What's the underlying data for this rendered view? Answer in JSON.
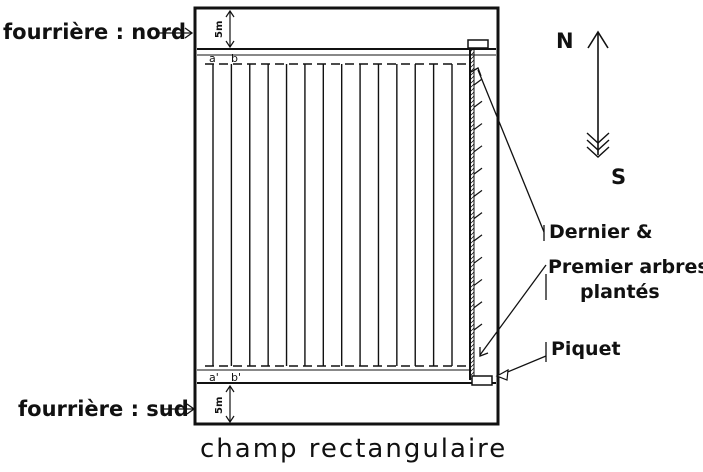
{
  "labels": {
    "north_headland": "fourrière : nord",
    "south_headland": "fourrière : sud",
    "headland_width_top": "5m",
    "headland_width_bottom": "5m",
    "row_a": "a",
    "row_b": "b",
    "row_a_prime": "a'",
    "row_b_prime": "b'",
    "last_first_line1": "Dernier &",
    "last_first_line2": "Premier arbres",
    "last_first_line3": "plantés",
    "stake": "Piquet",
    "caption": "champ rectangulaire"
  },
  "compass": {
    "north": "N",
    "south": "S"
  },
  "field": {
    "planted_rows": 14,
    "border_tree_ticks": 12
  },
  "colors": {
    "ink": "#111111",
    "paper": "#ffffff"
  }
}
